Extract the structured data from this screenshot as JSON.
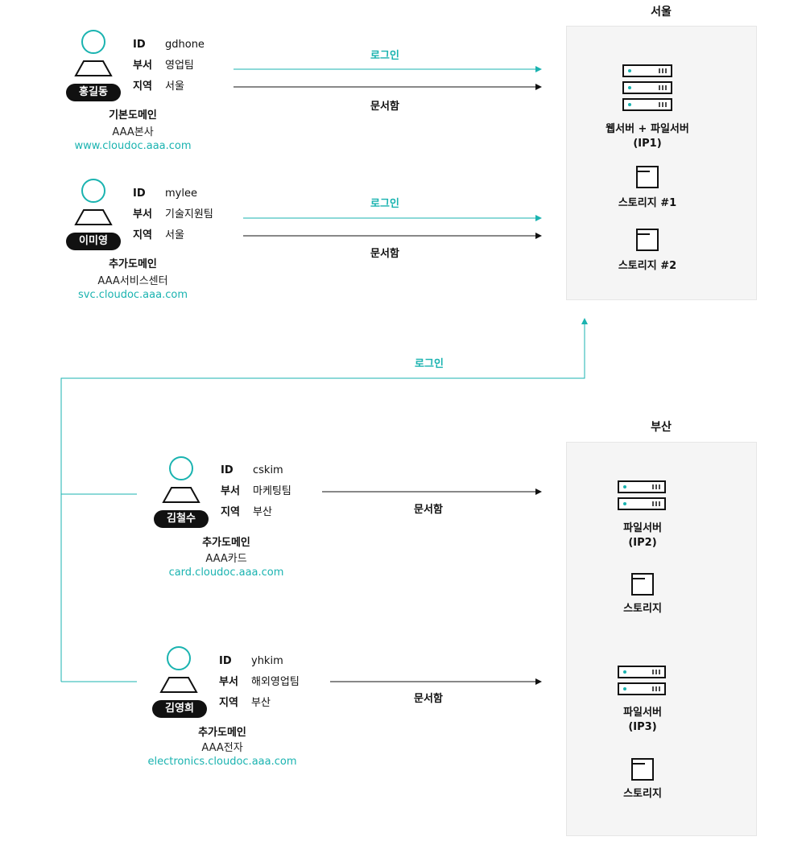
{
  "regions": {
    "seoul": {
      "title": "서울",
      "web_file_server": "웹서버 + 파일서버",
      "web_file_server_ip": "(IP1)",
      "storage1": "스토리지 #1",
      "storage2": "스토리지 #2"
    },
    "busan": {
      "title": "부산",
      "file_server2": "파일서버",
      "file_server2_ip": "(IP2)",
      "storage_a": "스토리지",
      "file_server3": "파일서버",
      "file_server3_ip": "(IP3)",
      "storage_b": "스토리지"
    }
  },
  "users": [
    {
      "name": "홍길동",
      "id_key": "ID",
      "id_value": "gdhone",
      "dept_key": "부서",
      "dept_value": "영업팀",
      "region_key": "지역",
      "region_value": "서울",
      "domain_type": "기본도메인",
      "org": "AAA본사",
      "url": "www.cloudoc.aaa.com",
      "login_label": "로그인",
      "docbox_label": "문서함"
    },
    {
      "name": "이미영",
      "id_key": "ID",
      "id_value": "mylee",
      "dept_key": "부서",
      "dept_value": "기술지원팀",
      "region_key": "지역",
      "region_value": "서울",
      "domain_type": "추가도메인",
      "org": "AAA서비스센터",
      "url": "svc.cloudoc.aaa.com",
      "login_label": "로그인",
      "docbox_label": "문서함"
    },
    {
      "name": "김철수",
      "id_key": "ID",
      "id_value": "cskim",
      "dept_key": "부서",
      "dept_value": "마케팅팀",
      "region_key": "지역",
      "region_value": "부산",
      "domain_type": "추가도메인",
      "org": "AAA카드",
      "url": "card.cloudoc.aaa.com",
      "docbox_label": "문서함"
    },
    {
      "name": "김영희",
      "id_key": "ID",
      "id_value": "yhkim",
      "dept_key": "부서",
      "dept_value": "해외영업팀",
      "region_key": "지역",
      "region_value": "부산",
      "domain_type": "추가도메인",
      "org": "AAA전자",
      "url": "electronics.cloudoc.aaa.com",
      "docbox_label": "문서함"
    }
  ],
  "busan_login_label": "로그인",
  "colors": {
    "accent": "#1ab3b0",
    "line": "#111111",
    "region_bg": "#f5f5f5"
  }
}
